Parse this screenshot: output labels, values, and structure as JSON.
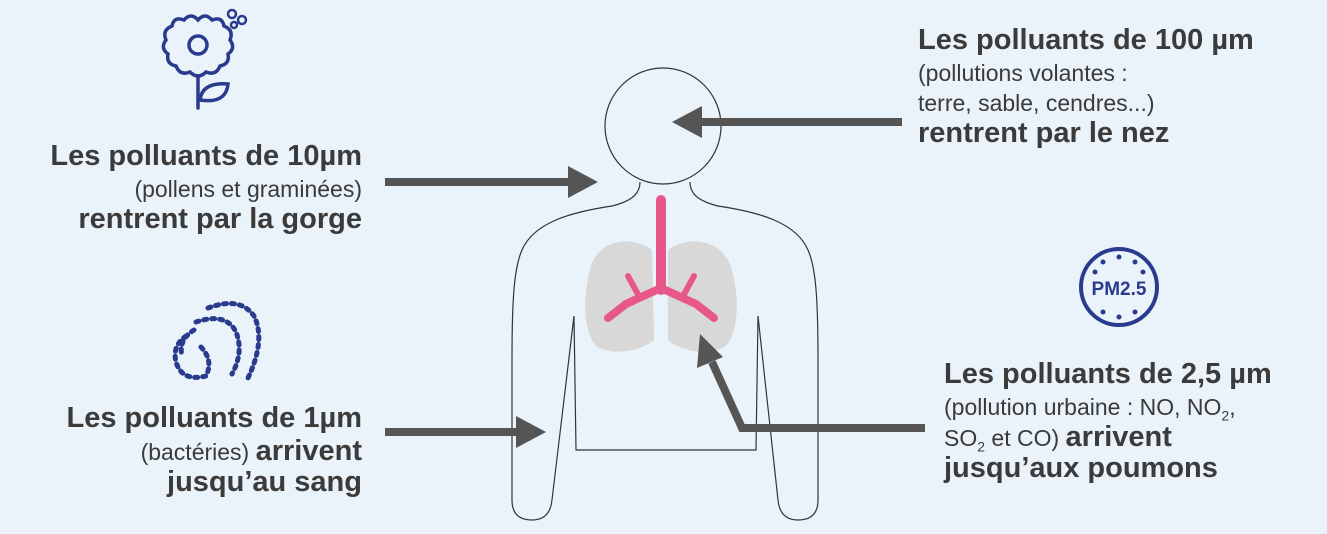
{
  "pollutants": [
    {
      "title": "Les polluants de 10µm",
      "detail": "(pollens et graminées)",
      "effect": "rentrent par la gorge",
      "icon": "flower-pollen-icon"
    },
    {
      "title": "Les polluants de 1µm",
      "detail_prefix": "(bactéries)",
      "effect_a": "arrivent",
      "effect_b": "jusqu’au sang",
      "icon": "bacteria-icon"
    },
    {
      "title": "Les polluants de 100 µm",
      "detail_line1": "(pollutions volantes :",
      "detail_line2": "terre, sable, cendres...)",
      "effect": "rentrent par le nez"
    },
    {
      "title": "Les polluants de 2,5 µm",
      "detail_a": "(pollution urbaine : NO, NO",
      "sub1": "2",
      "detail_b": ",",
      "detail_c": "SO",
      "sub2": "2",
      "detail_d": " et CO)",
      "effect_a": "arrivent",
      "effect_b": "jusqu’aux poumons",
      "badge": "PM2.5",
      "icon": "pm25-particle-icon"
    }
  ],
  "colors": {
    "background": "#eaf3fa",
    "arrow": "#555555",
    "icon_navy": "#2a3a8c",
    "trachea": "#e8578a",
    "lungs": "#d8d8d8",
    "outline": "#333333"
  }
}
